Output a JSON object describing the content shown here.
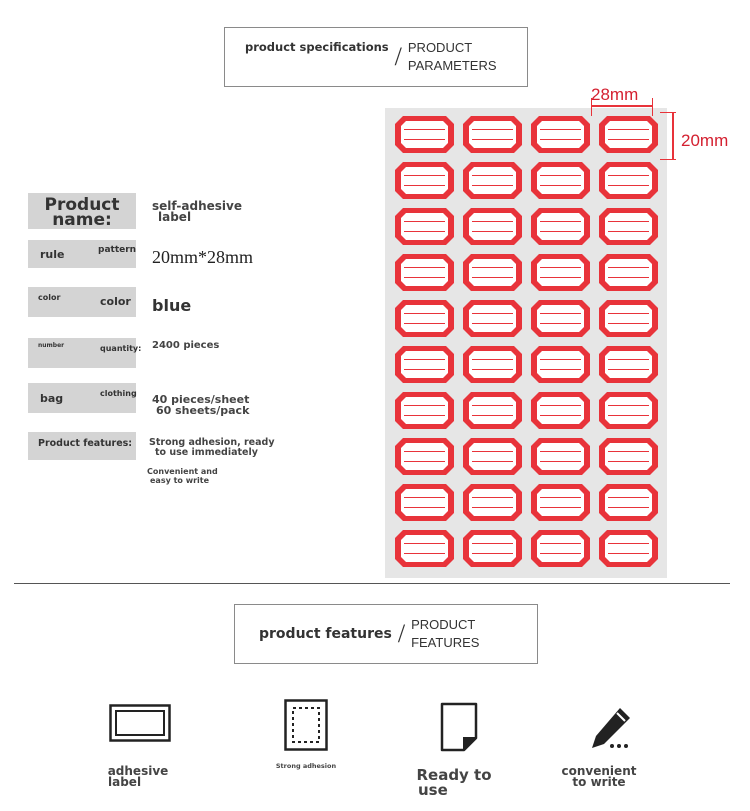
{
  "top_title": {
    "left": "product specifications",
    "right_line1": "PRODUCT",
    "right_line2": "PARAMETERS"
  },
  "specs": {
    "product_name_label_line1": "Product",
    "product_name_label_line2": "name:",
    "product_name_value_line1": "self-adhesive",
    "product_name_value_line2": "label",
    "rule_label": "rule",
    "pattern_label": "pattern",
    "rule_value": "20mm*28mm",
    "color_label_small": "color",
    "color_label": "color",
    "color_value": "blue",
    "number_label": "number",
    "quantity_label": "quantity:",
    "quantity_value": "2400 pieces",
    "bag_label": "bag",
    "clothing_label": "clothing",
    "packing_value_line1": "40 pieces/sheet",
    "packing_value_line2": "60 sheets/pack",
    "features_label": "Product features:",
    "features_value1_line1": "Strong adhesion, ready",
    "features_value1_line2": "to use immediately",
    "features_value2_line1": "Convenient and",
    "features_value2_line2": "easy to write"
  },
  "dimensions": {
    "width_label": "28mm",
    "height_label": "20mm"
  },
  "sheet": {
    "rows": 10,
    "cols": 4,
    "sticker_color": "#e8333a"
  },
  "features_title": {
    "left": "product features",
    "right_line1": "PRODUCT",
    "right_line2": "FEATURES"
  },
  "features": [
    {
      "icon": "label-icon",
      "line1": "adhesive",
      "line2": "label"
    },
    {
      "icon": "dotted-frame-icon",
      "line1": "Strong adhesion",
      "line2": ""
    },
    {
      "icon": "page-icon",
      "line1": "Ready to",
      "line2": "use"
    },
    {
      "icon": "pen-icon",
      "line1": "convenient",
      "line2": "to write"
    }
  ]
}
